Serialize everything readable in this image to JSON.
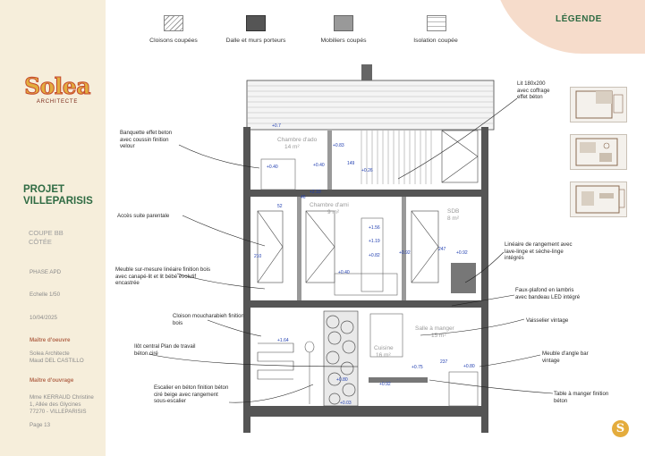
{
  "brand": {
    "name": "Solea",
    "subtitle": "ARCHITECTE"
  },
  "project": {
    "title_line1": "PROJET",
    "title_line2": "VILLEPARISIS"
  },
  "section": {
    "line1": "COUPE BB",
    "line2": "CÔTÉE"
  },
  "meta": {
    "phase": "PHASE APD",
    "scale": "Echelle 1/50",
    "date": "10/04/2025",
    "moe_label": "Maître d'oeuvre",
    "moe_line1": "Solea Architecte",
    "moe_line2": "Maud DEL CASTILLO",
    "client_label": "Maître d'ouvrage",
    "client_line1": "Mme KERRAUD Christine",
    "client_line2": "1, Allée des Glycines",
    "client_line3": "77270 - VILLEPARISIS",
    "page": "Page 13"
  },
  "legend": {
    "title": "LÉGENDE",
    "items": [
      {
        "label": "Cloisons coupées"
      },
      {
        "label": "Dalle et murs porteurs"
      },
      {
        "label": "Mobiliers coupés"
      },
      {
        "label": "Isolation coupée"
      }
    ]
  },
  "colors": {
    "green": "#2f6b43",
    "gold": "#e4ac3d",
    "terracotta": "#c5472c",
    "beige": "#f6eedb",
    "peach": "#f6dccb",
    "slab": "#555555",
    "blue": "#3b55c8"
  },
  "notes": {
    "banquette": "Banquette effet beton avec coussin finition velour",
    "acces": "Accès suite parentale",
    "meuble": "Meuble sur-mesure linéaire finition bois avec canapé-lit et lit bébé évolutif encastrée",
    "cloison": "Cloison moucharabieh finition bois",
    "ilot": "Ilôt central Plan de travail béton ciré",
    "escalier": "Escalier en béton finition béton ciré beige avec rangement sous-escalier",
    "lit": "Lit 180x200 avec coffrage effet béton",
    "lineaire": "Linéaire de rangement avec lave-linge et sèche-linge intégrés",
    "faux_plafond": "Faux-plafond en lambris avec bandeau LED intégré",
    "vaisselier": "Vaisselier vintage",
    "meuble_angle": "Meuble d'angle bar vintage",
    "table": "Table à manger finition béton"
  },
  "rooms": {
    "r1": {
      "name": "Chambre d'ado",
      "area": "14 m²"
    },
    "r2": {
      "name": "Chambre d'ami",
      "area": "9 m²"
    },
    "r3": {
      "name": "SDB",
      "area": "8 m²"
    },
    "r4": {
      "name": "Salle à manger",
      "area": "15 m²"
    },
    "r5": {
      "name": "Cuisine",
      "area": "16 m²"
    }
  },
  "dims": {
    "d1": "+0.7",
    "d2": "+0.83",
    "d3": "+0.40",
    "d4": "+0.40",
    "d5": "+0.26",
    "d6": "149",
    "d7": "52",
    "d8": "+2.10",
    "d9": "+1.56",
    "d10": "+1.19",
    "d11": "+0.82",
    "d12": "+0.40",
    "d13": "+0.92",
    "d14": "+0.92",
    "d15": "210",
    "d16": "247",
    "d17": "+1.64",
    "d18": "+0.75",
    "d19": "+0.80",
    "d20": "+0.80",
    "d21": "+0.92",
    "d22": "+0.03",
    "d23": "237",
    "d24": "46"
  },
  "badge": {
    "letter": "S"
  }
}
